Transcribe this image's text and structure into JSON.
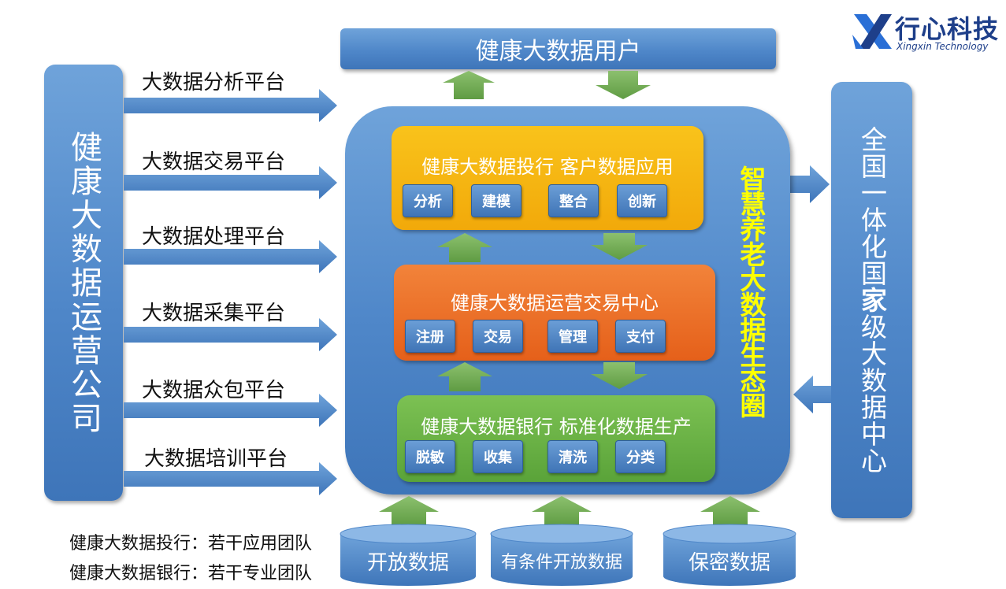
{
  "logo": {
    "cn": "行心科技",
    "en": "Xingxin Technology"
  },
  "top_bar": "健康大数据用户",
  "left_bar": "健康大数据运营公司",
  "right_bar": {
    "part1": "全国一体化国",
    "bold": "家",
    "part2": "级大数据中心"
  },
  "platforms": [
    "大数据分析平台",
    "大数据交易平台",
    "大数据处理平台",
    "大数据采集平台",
    "大数据众包平台",
    "大数据培训平台"
  ],
  "ecosystem": "智慧养老大数据生态圈",
  "panels": {
    "top": {
      "title": "健康大数据投行 客户数据应用",
      "chips": [
        "分析",
        "建模",
        "整合",
        "创新"
      ]
    },
    "middle": {
      "title": "健康大数据运营交易中心",
      "chips": [
        "注册",
        "交易",
        "管理",
        "支付"
      ]
    },
    "bottom": {
      "title": "健康大数据银行 标准化数据生产",
      "chips": [
        "脱敏",
        "收集",
        "清洗",
        "分类"
      ]
    }
  },
  "data_sources": [
    "开放数据",
    "有条件开放数据",
    "保密数据"
  ],
  "notes": [
    "健康大数据投行：若干应用团队",
    "健康大数据银行：若干专业团队"
  ],
  "colors": {
    "blue": "#4f87c9",
    "arrow_green": "#6aa84f",
    "top_panel": "#f6b60f",
    "middle_panel": "#ec6e24",
    "bottom_panel": "#6bb245",
    "eco_text": "#ffff00"
  }
}
